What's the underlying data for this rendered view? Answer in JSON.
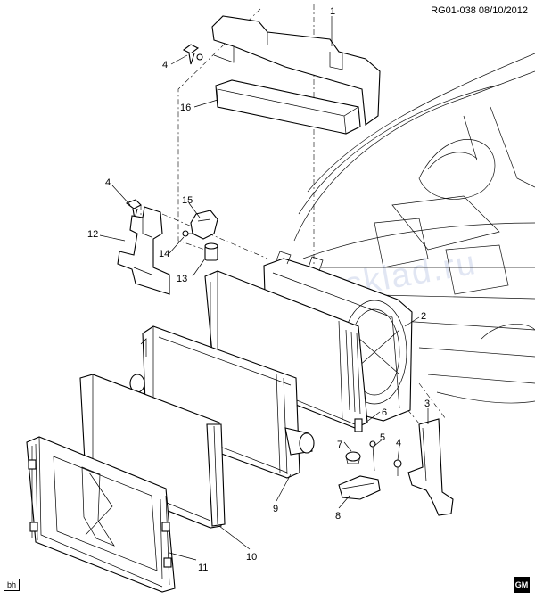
{
  "header": {
    "ref": "RG01-038  08/10/2012"
  },
  "badges": {
    "bottom_left": "bh",
    "bottom_right": "GM"
  },
  "watermark": "www.gmsklad.ru",
  "callouts": [
    "1",
    "2",
    "3",
    "4",
    "4",
    "4",
    "5",
    "6",
    "7",
    "8",
    "9",
    "10",
    "11",
    "12",
    "13",
    "14",
    "15",
    "16"
  ]
}
